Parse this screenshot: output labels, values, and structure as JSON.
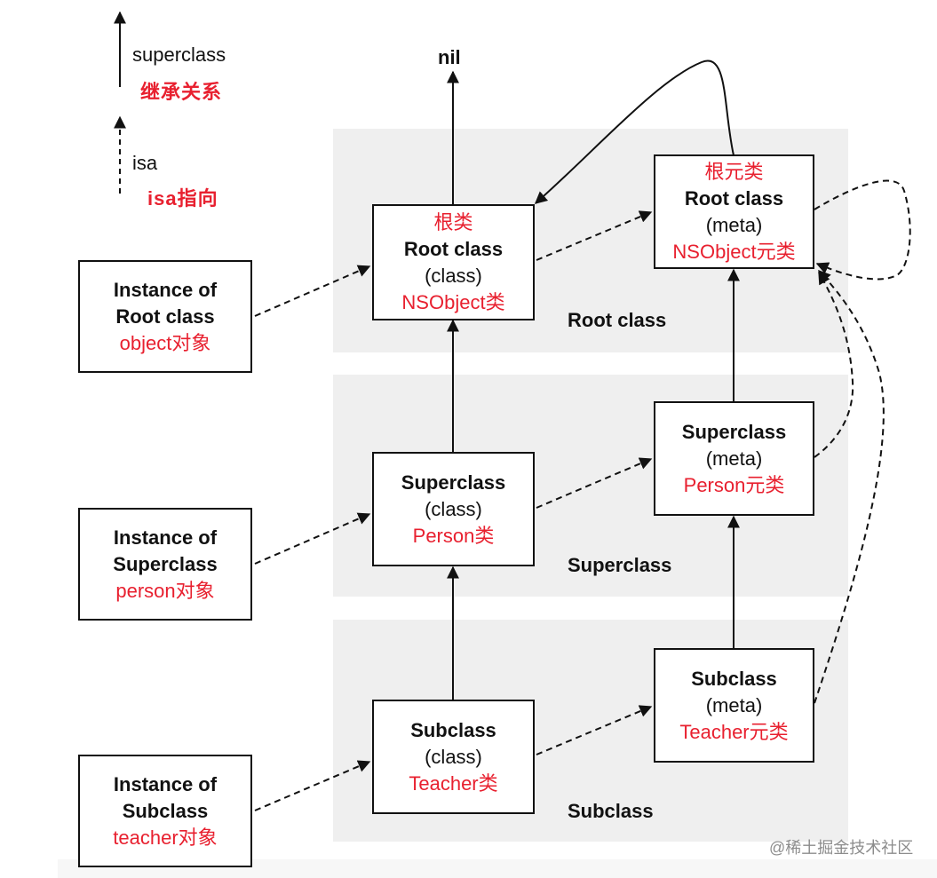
{
  "legend": {
    "superclass_label": "superclass",
    "superclass_cn": "继承关系",
    "isa_label": "isa",
    "isa_cn": "isa指向"
  },
  "nil_label": "nil",
  "bands": {
    "root": "Root class",
    "superclass": "Superclass",
    "subclass": "Subclass"
  },
  "instances": {
    "root": {
      "line1": "Instance of",
      "line2": "Root class",
      "cn": "object对象"
    },
    "superclass": {
      "line1": "Instance of",
      "line2": "Superclass",
      "cn": "person对象"
    },
    "subclass": {
      "line1": "Instance of",
      "line2": "Subclass",
      "cn": "teacher对象"
    }
  },
  "classes": {
    "root": {
      "cn_top": "根类",
      "title": "Root class",
      "kind": "(class)",
      "cn": "NSObject类"
    },
    "superclass": {
      "title": "Superclass",
      "kind": "(class)",
      "cn": "Person类"
    },
    "subclass": {
      "title": "Subclass",
      "kind": "(class)",
      "cn": "Teacher类"
    }
  },
  "metas": {
    "root": {
      "cn_top": "根元类",
      "title": "Root class",
      "kind": "(meta)",
      "cn": "NSObject元类"
    },
    "superclass": {
      "title": "Superclass",
      "kind": "(meta)",
      "cn": "Person元类"
    },
    "subclass": {
      "title": "Subclass",
      "kind": "(meta)",
      "cn": "Teacher元类"
    }
  },
  "watermark": "@稀土掘金技术社区",
  "colors": {
    "red": "#e8202f",
    "band": "#efefef",
    "line": "#111111"
  }
}
